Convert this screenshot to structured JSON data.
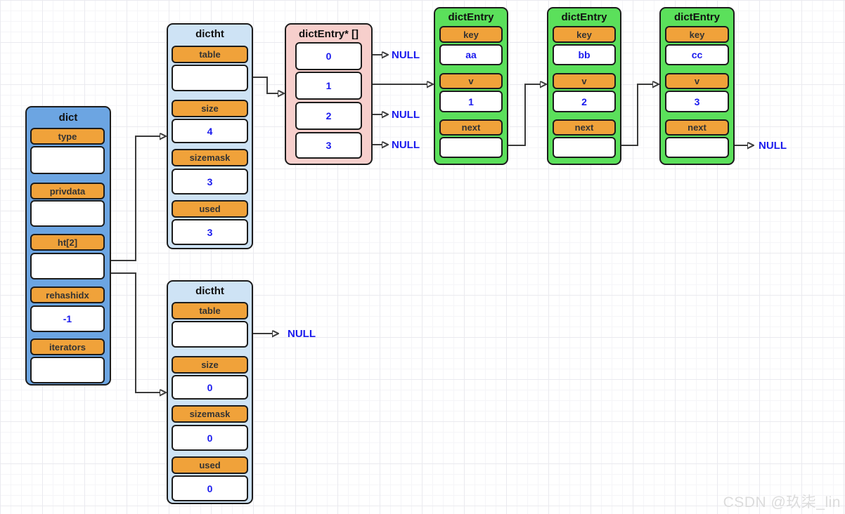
{
  "diagram": "redis-dict-structure",
  "null_label": "NULL",
  "watermark": "CSDN @玖柒_lin",
  "colors": {
    "dict_fill": "#6CA5E2",
    "dictht_fill": "#CEE3F5",
    "bucket_array_fill": "#F7CFCC",
    "entry_fill": "#5BE05B",
    "field_label_fill": "#F0A23A",
    "value_text": "#1A1AEE",
    "connector": "#3b3b3b"
  },
  "dict": {
    "title": "dict",
    "fields": [
      {
        "label": "type",
        "value": ""
      },
      {
        "label": "privdata",
        "value": ""
      },
      {
        "label": "ht[2]",
        "value": ""
      },
      {
        "label": "rehashidx",
        "value": "-1"
      },
      {
        "label": "iterators",
        "value": ""
      }
    ]
  },
  "dictht_top": {
    "title": "dictht",
    "fields": [
      {
        "label": "table",
        "value": ""
      },
      {
        "label": "size",
        "value": "4"
      },
      {
        "label": "sizemask",
        "value": "3"
      },
      {
        "label": "used",
        "value": "3"
      }
    ]
  },
  "dictht_bottom": {
    "title": "dictht",
    "fields": [
      {
        "label": "table",
        "value": ""
      },
      {
        "label": "size",
        "value": "0"
      },
      {
        "label": "sizemask",
        "value": "0"
      },
      {
        "label": "used",
        "value": "0"
      }
    ]
  },
  "bucket_array": {
    "title": "dictEntry* []",
    "slots": [
      "0",
      "1",
      "2",
      "3"
    ]
  },
  "entries": [
    {
      "title": "dictEntry",
      "fields": [
        {
          "label": "key",
          "value": "aa"
        },
        {
          "label": "v",
          "value": "1"
        },
        {
          "label": "next",
          "value": ""
        }
      ]
    },
    {
      "title": "dictEntry",
      "fields": [
        {
          "label": "key",
          "value": "bb"
        },
        {
          "label": "v",
          "value": "2"
        },
        {
          "label": "next",
          "value": ""
        }
      ]
    },
    {
      "title": "dictEntry",
      "fields": [
        {
          "label": "key",
          "value": "cc"
        },
        {
          "label": "v",
          "value": "3"
        },
        {
          "label": "next",
          "value": ""
        }
      ]
    }
  ]
}
